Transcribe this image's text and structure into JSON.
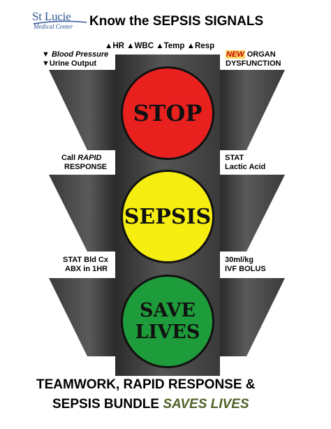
{
  "logo": {
    "line1": "St Lucie",
    "line2": "Medical Center"
  },
  "title": "Know the SEPSIS SIGNALS",
  "signs": {
    "top_center": "▲HR ▲WBC ▲Temp ▲Resp",
    "top_left_1": "▼ Blood Pressure",
    "top_left_2": "▼Urine Output",
    "top_right_new": "NEW",
    "top_right_1": " ORGAN",
    "top_right_2": "DYSFUNCTION"
  },
  "lights": {
    "red": "STOP",
    "yellow": "SEPSIS",
    "green_line1": "SAVE",
    "green_line2": "LIVES"
  },
  "actions": {
    "mid_left_1": "Call ",
    "mid_left_1_it": "RAPID",
    "mid_left_2": "RESPONSE",
    "mid_right_1": "STAT",
    "mid_right_2": "Lactic Acid",
    "low_left_1": "STAT Bld Cx",
    "low_left_2": "ABX in 1HR",
    "low_right_1": "30ml/kg",
    "low_right_2": "IVF BOLUS"
  },
  "footer": {
    "line1": "TEAMWORK, RAPID RESPONSE &",
    "line2_a": "SEPSIS BUNDLE ",
    "line2_b": "SAVES LIVES"
  },
  "colors": {
    "red_light": "#e8201e",
    "yellow_light": "#f5ee10",
    "green_light": "#1e9b3a",
    "accent_green_text": "#4f6228",
    "logo_blue": "#2f5597"
  }
}
